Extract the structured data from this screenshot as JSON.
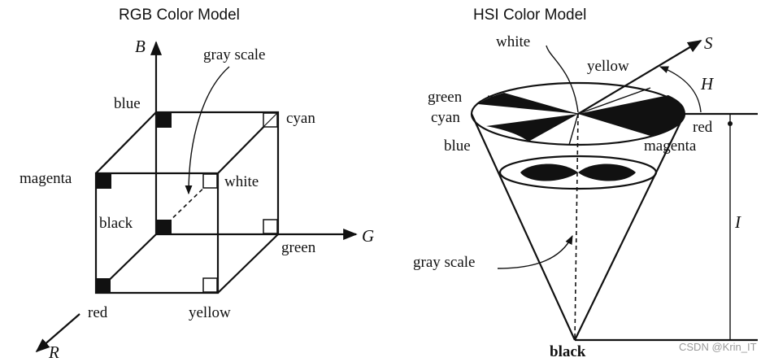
{
  "rgb": {
    "title": "RGB Color Model",
    "axes": {
      "b": "B",
      "g": "G",
      "r": "R"
    },
    "labels": {
      "blue": "blue",
      "cyan": "cyan",
      "magenta": "magenta",
      "white": "white",
      "black": "black",
      "green": "green",
      "red": "red",
      "yellow": "yellow",
      "gray_scale": "gray scale"
    }
  },
  "hsi": {
    "title": "HSI Color Model",
    "axes": {
      "s": "S",
      "h": "H",
      "i": "I"
    },
    "labels": {
      "white": "white",
      "yellow": "yellow",
      "green": "green",
      "cyan": "cyan",
      "blue": "blue",
      "red": "red",
      "magenta": "magenta",
      "gray_scale": "gray scale",
      "black": "black"
    }
  },
  "watermark": "CSDN @Krin_IT"
}
